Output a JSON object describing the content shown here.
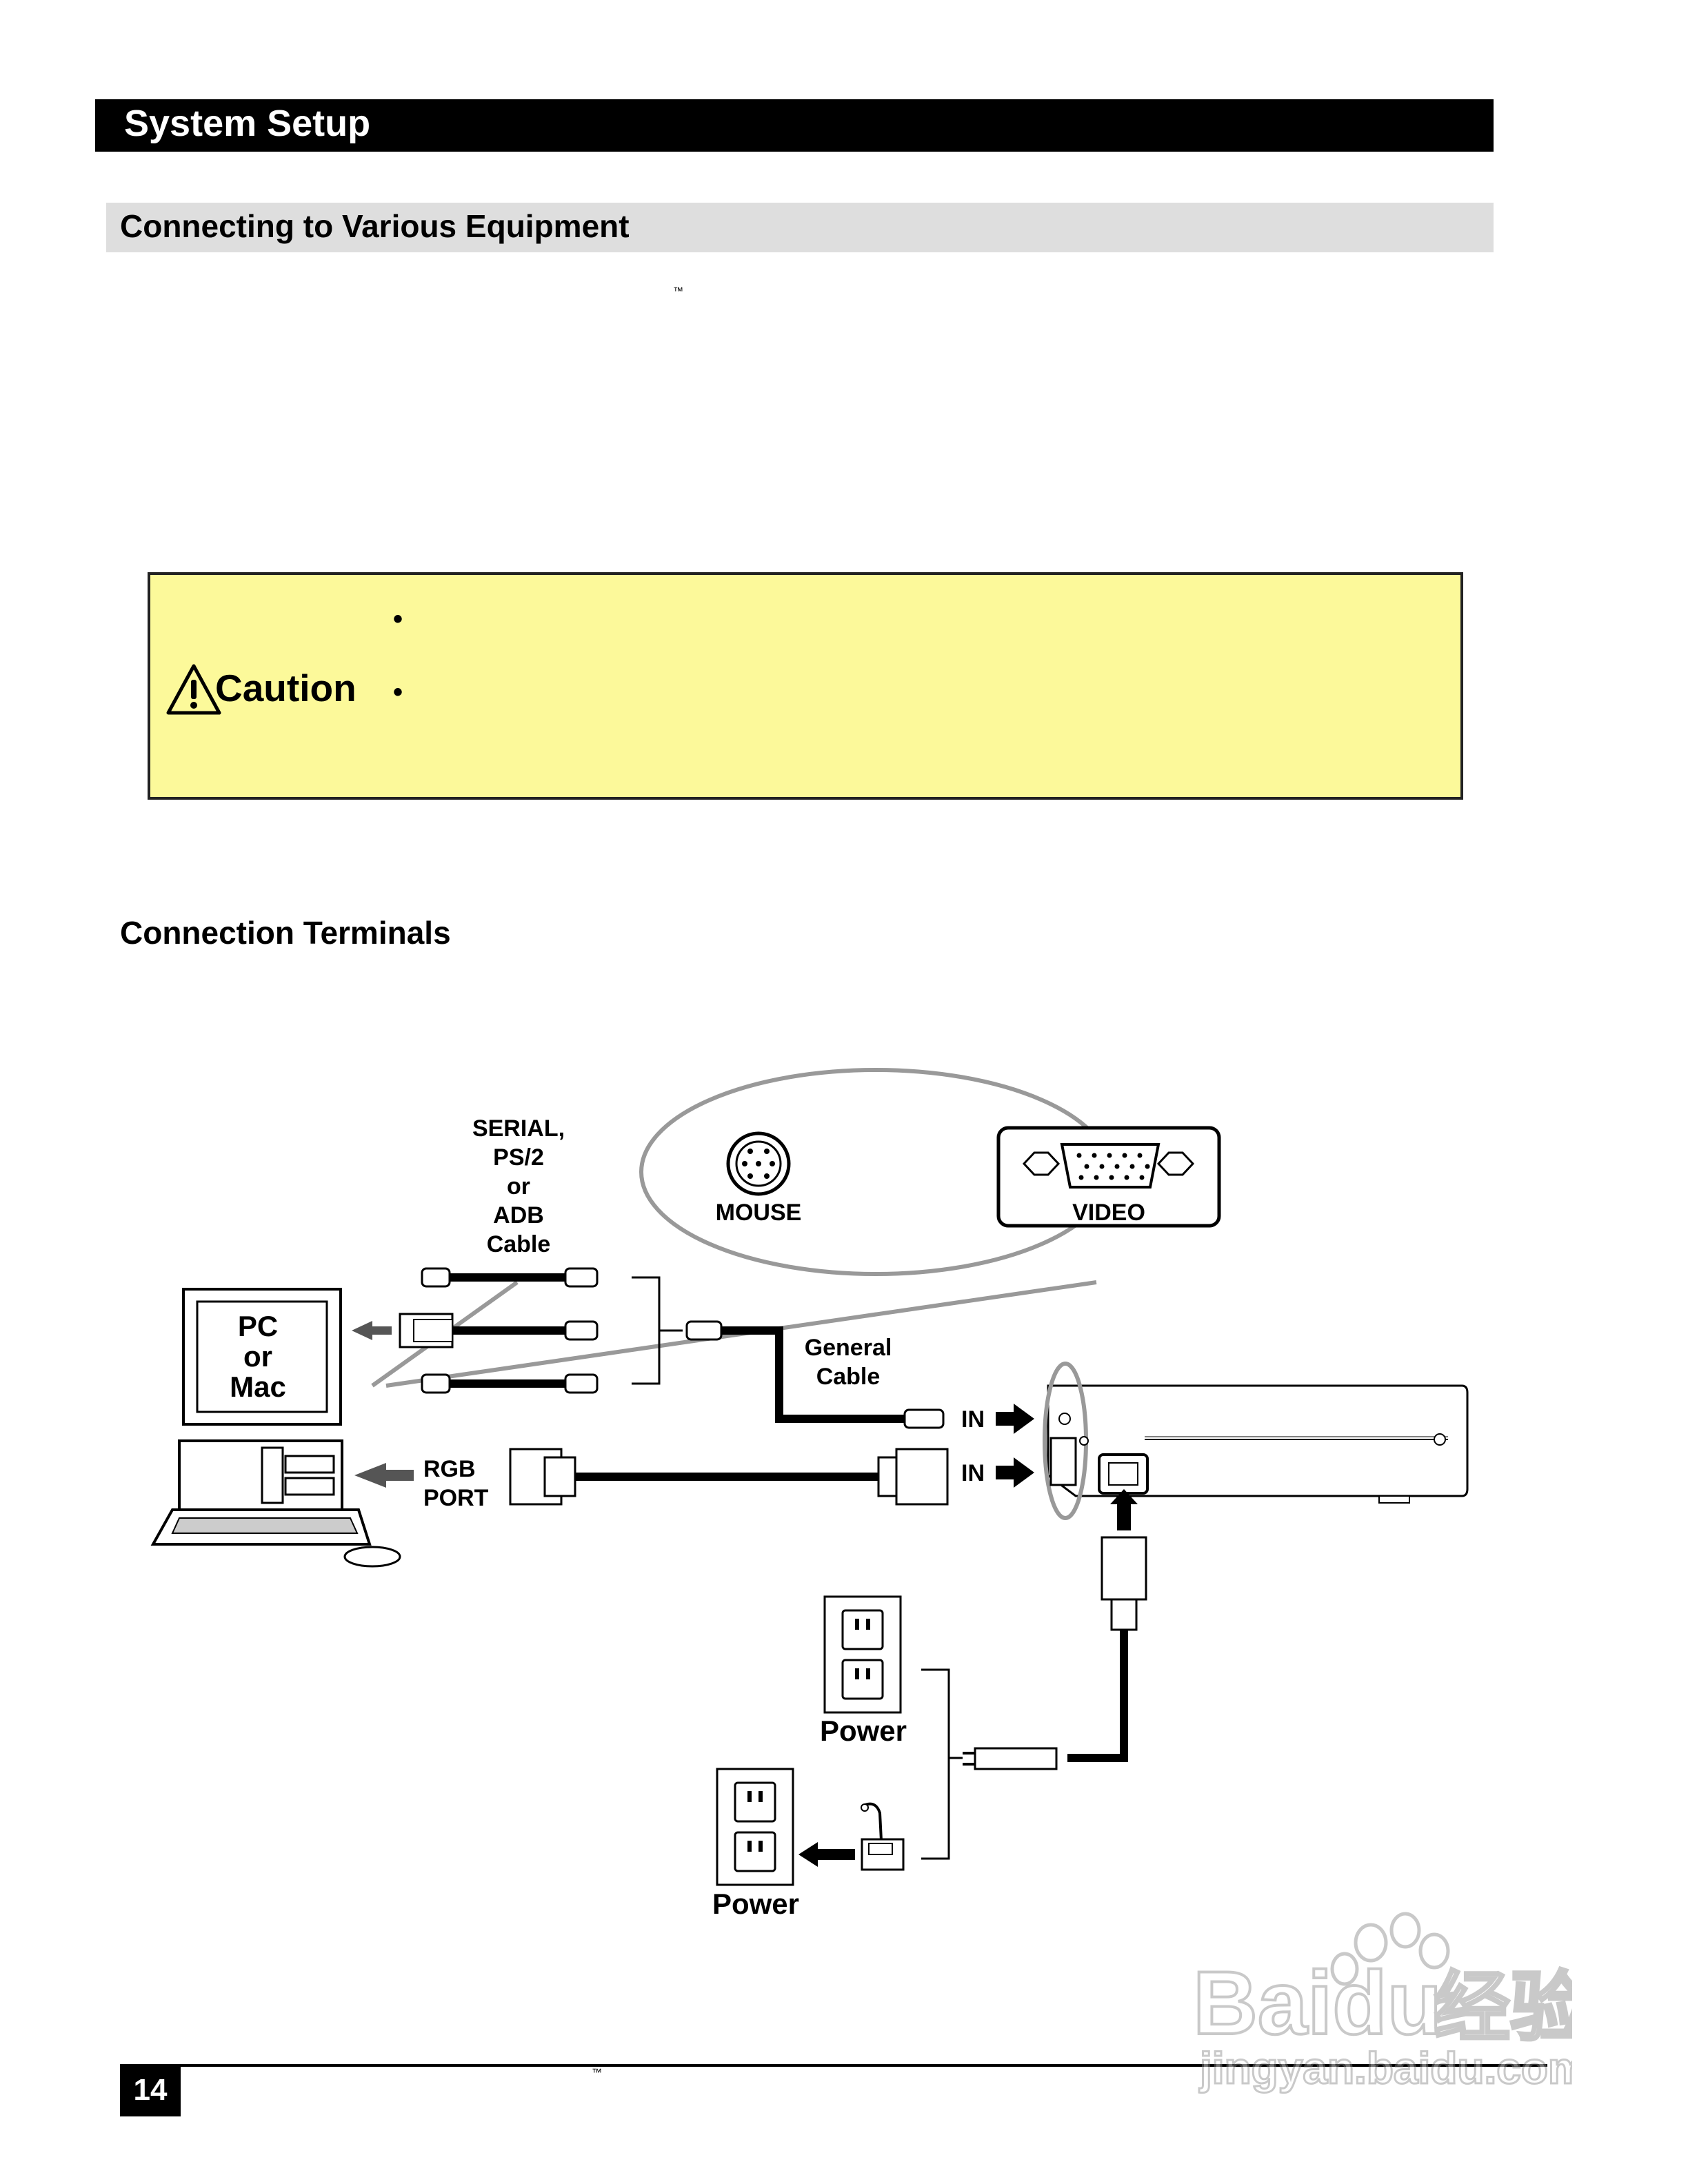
{
  "header": {
    "title": "System Setup"
  },
  "section": {
    "title": "Connecting to Various Equipment",
    "trademark": "™"
  },
  "caution": {
    "label": "Caution",
    "bullets": [
      "•",
      "•"
    ]
  },
  "terminals": {
    "heading": "Connection Terminals"
  },
  "diagram": {
    "serial_cable_label": [
      "SERIAL,",
      "PS/2",
      "or",
      "ADB",
      "Cable"
    ],
    "computer_label": [
      "PC",
      "or",
      "Mac"
    ],
    "general_cable_label": [
      "General",
      "Cable"
    ],
    "in_label_top": "IN",
    "in_label_bottom": "IN",
    "rgb_port_label": [
      "RGB",
      "PORT"
    ],
    "mouse_label": "MOUSE",
    "video_label": "VIDEO",
    "power_label_top": "Power",
    "power_label_bottom": "Power"
  },
  "footer": {
    "page_number": "14",
    "trademark": "™"
  },
  "watermark": {
    "brand": "Baidu",
    "chinese": "经验",
    "url": "jingyan.baidu.com"
  }
}
